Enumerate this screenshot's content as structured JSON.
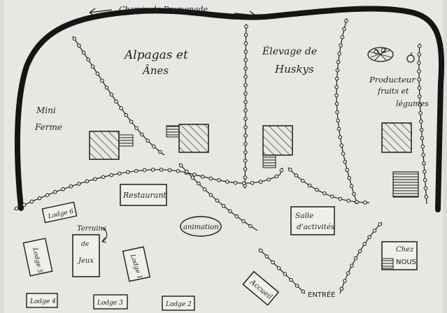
{
  "map": {
    "top_path": {
      "label": "Chemin de Promenade"
    },
    "zones": {
      "alpacas": [
        "Alpagas et",
        "Ânes"
      ],
      "huskies": [
        "Élevage de",
        "Huskys"
      ],
      "mini_farm": [
        "Mini",
        "Ferme"
      ],
      "producer": [
        "Producteur",
        "fruits et",
        "légumes"
      ]
    },
    "buildings": {
      "restaurant": "Restaurant",
      "animation": "animation",
      "activities_room": [
        "Salle",
        "d'activités"
      ],
      "home": [
        "Chez",
        "NOUS"
      ],
      "welcome": "Accueil",
      "entrance": "ENTRÉE",
      "playground": [
        "Terrains",
        "de",
        "Jeux"
      ]
    },
    "lodges": [
      "Lodge 1",
      "Lodge 2",
      "Lodge 3",
      "Lodge 4",
      "Lodge 5",
      "Lodge 6"
    ],
    "colors": {
      "ink": "#1c1c1c",
      "paper": "#e7e6e2",
      "ground": "#d6d6d2"
    },
    "icons": [
      "arrow-left-icon",
      "arrow-right-icon",
      "basket-icon",
      "apple-icon"
    ]
  }
}
